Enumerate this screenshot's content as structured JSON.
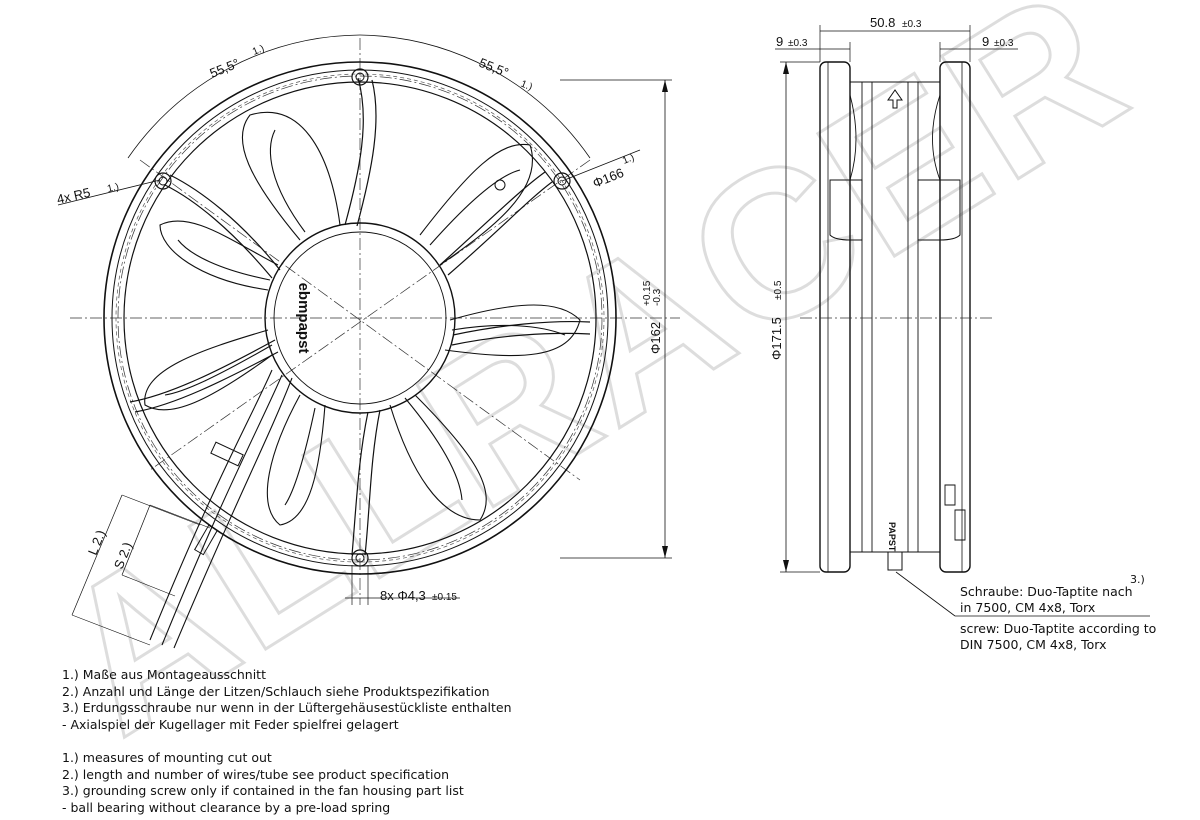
{
  "front_view": {
    "angle_left": "55,5°",
    "angle_left_note": "1.)",
    "angle_right": "55,5°",
    "angle_right_note": "1.)",
    "radius": "4x R5",
    "radius_note": "1.)",
    "bolt_circle": "Φ166",
    "bolt_circle_note": "1.)",
    "hub_logo": "ebmpapst",
    "housing_dia": "Φ162",
    "housing_tol_plus": "+0.15",
    "housing_tol_minus": "-0.3",
    "holes": "8x Φ4,3",
    "holes_tol": "±0.15",
    "lead_L": "L 2.)",
    "lead_S": "S 2.)"
  },
  "side_view": {
    "depth": "50.8",
    "depth_tol": "±0.3",
    "flange_left": "9",
    "flange_left_tol": "±0.3",
    "flange_right": "9",
    "flange_right_tol": "±0.3",
    "outer_dia": "Φ171.5",
    "outer_dia_tol": "±0.5",
    "label": "PAPST"
  },
  "screw_note": {
    "ref": "3.)",
    "de_line1": "Schraube: Duo-Taptite nach",
    "de_line2": "in 7500, CM 4x8, Torx",
    "en_line1": "screw: Duo-Taptite according to",
    "en_line2": "DIN 7500, CM 4x8, Torx"
  },
  "notes_de": [
    "1.) Maße aus Montageausschnitt",
    "2.) Anzahl und Länge der Litzen/Schlauch siehe Produktspezifikation",
    "3.) Erdungsschraube nur wenn in der Lüftergehäusestückliste enthalten",
    "- Axialspiel der Kugellager mit Feder spielfrei gelagert"
  ],
  "notes_en": [
    "1.) measures of mounting cut out",
    "2.) length and number of wires/tube see product specification",
    "3.) grounding screw only if contained in the fan housing part list",
    "- ball bearing without clearance by a pre-load spring"
  ],
  "watermark": "ALLRACER"
}
